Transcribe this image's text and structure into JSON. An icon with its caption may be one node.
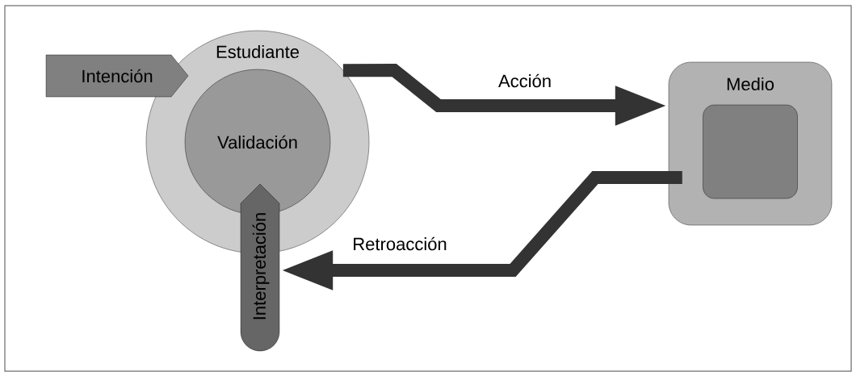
{
  "diagram": {
    "nodes": [
      {
        "text": [
          "Estudiante"
        ]
      },
      {
        "text": [
          "Validación"
        ],
        "in": 0
      },
      {
        "text": [
          "Intención"
        ]
      },
      {
        "text": [
          "Interpretación"
        ]
      },
      {
        "text": [
          "Medio"
        ]
      },
      {
        "text": [],
        "shape": "box",
        "in": 4
      }
    ],
    "edges": [
      {
        "from": 0,
        "to": 4,
        "arrow": "to",
        "label": "Acción"
      },
      {
        "from": 4,
        "to": 3,
        "arrow": "to",
        "label": "Retroacción"
      }
    ]
  }
}
